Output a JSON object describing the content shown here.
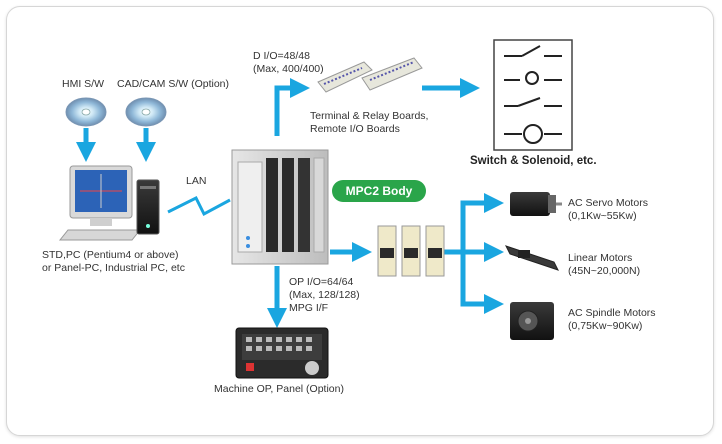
{
  "labels": {
    "hmi_sw": "HMI S/W",
    "cad_cam_sw": "CAD/CAM S/W (Option)",
    "dio": "D I/O=48/48",
    "dio_max": "(Max, 400/400)",
    "terminal_boards": "Terminal & Relay Boards,",
    "remote_io": "Remote I/O Boards",
    "switch_solenoid": "Switch & Solenoid, etc.",
    "lan": "LAN",
    "pc_line1": "STD,PC (Pentium4 or above)",
    "pc_line2": "or Panel-PC, Industrial PC, etc",
    "mpc2_body": "MPC2 Body",
    "op_io": "OP I/O=64/64",
    "op_io_max": "(Max, 128/128)",
    "mpg": "MPG I/F",
    "machine_op": "Machine OP, Panel (Option)",
    "ac_servo": "AC Servo Motors",
    "ac_servo_range": "(0,1Kw~55Kw)",
    "linear": "Linear Motors",
    "linear_range": "(45N~20,000N)",
    "ac_spindle": "AC Spindle Motors",
    "ac_spindle_range": "(0,75Kw~90Kw)"
  },
  "colors": {
    "arrow": "#1aa6e0",
    "badge": "#2aa54a",
    "frame": "#d6d6d6"
  },
  "icons": [
    "cd-disc-icon",
    "pc-workstation-icon",
    "mpc2-controller-icon",
    "relay-board-icon",
    "switch-symbol-icon",
    "servo-driver-icon",
    "servo-motor-icon",
    "linear-motor-icon",
    "spindle-motor-icon",
    "operator-panel-icon"
  ]
}
